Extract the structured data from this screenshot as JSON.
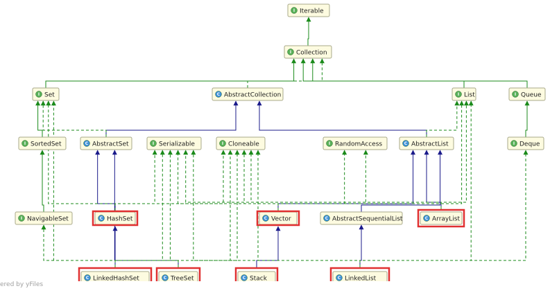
{
  "nodes": [
    {
      "id": "iterable",
      "label": "Iterable",
      "kind": "I",
      "highlighted": false
    },
    {
      "id": "collection",
      "label": "Collection",
      "kind": "I",
      "highlighted": false
    },
    {
      "id": "set",
      "label": "Set",
      "kind": "I",
      "highlighted": false
    },
    {
      "id": "abstractcollection",
      "label": "AbstractCollection",
      "kind": "C",
      "highlighted": false
    },
    {
      "id": "list",
      "label": "List",
      "kind": "I",
      "highlighted": false
    },
    {
      "id": "queue",
      "label": "Queue",
      "kind": "I",
      "highlighted": false
    },
    {
      "id": "sortedset",
      "label": "SortedSet",
      "kind": "I",
      "highlighted": false
    },
    {
      "id": "abstractset",
      "label": "AbstractSet",
      "kind": "C",
      "highlighted": false
    },
    {
      "id": "serializable",
      "label": "Serializable",
      "kind": "I",
      "highlighted": false
    },
    {
      "id": "cloneable",
      "label": "Cloneable",
      "kind": "I",
      "highlighted": false
    },
    {
      "id": "randomaccess",
      "label": "RandomAccess",
      "kind": "I",
      "highlighted": false
    },
    {
      "id": "abstractlist",
      "label": "AbstractList",
      "kind": "C",
      "highlighted": false
    },
    {
      "id": "deque",
      "label": "Deque",
      "kind": "I",
      "highlighted": false
    },
    {
      "id": "navigableset",
      "label": "NavigableSet",
      "kind": "I",
      "highlighted": false
    },
    {
      "id": "hashset",
      "label": "HashSet",
      "kind": "C",
      "highlighted": true
    },
    {
      "id": "vector",
      "label": "Vector",
      "kind": "C",
      "highlighted": true
    },
    {
      "id": "abstractsequentiallist",
      "label": "AbstractSequentialList",
      "kind": "C",
      "highlighted": false
    },
    {
      "id": "arraylist",
      "label": "ArrayList",
      "kind": "C",
      "highlighted": true
    },
    {
      "id": "linkedhashset",
      "label": "LinkedHashSet",
      "kind": "C",
      "highlighted": true
    },
    {
      "id": "treeset",
      "label": "TreeSet",
      "kind": "C",
      "highlighted": true
    },
    {
      "id": "stack",
      "label": "Stack",
      "kind": "C",
      "highlighted": true
    },
    {
      "id": "linkedlist",
      "label": "LinkedList",
      "kind": "C",
      "highlighted": true
    }
  ],
  "edges": [
    {
      "from": "collection",
      "to": "iterable",
      "type": "extends-interface"
    },
    {
      "from": "set",
      "to": "collection",
      "type": "extends-interface"
    },
    {
      "from": "list",
      "to": "collection",
      "type": "extends-interface"
    },
    {
      "from": "queue",
      "to": "collection",
      "type": "extends-interface"
    },
    {
      "from": "abstractcollection",
      "to": "collection",
      "type": "implements"
    },
    {
      "from": "sortedset",
      "to": "set",
      "type": "extends-interface"
    },
    {
      "from": "navigableset",
      "to": "sortedset",
      "type": "extends-interface"
    },
    {
      "from": "deque",
      "to": "queue",
      "type": "extends-interface"
    },
    {
      "from": "abstractset",
      "to": "abstractcollection",
      "type": "extends-class"
    },
    {
      "from": "abstractlist",
      "to": "abstractcollection",
      "type": "extends-class"
    },
    {
      "from": "abstractset",
      "to": "set",
      "type": "implements"
    },
    {
      "from": "abstractlist",
      "to": "list",
      "type": "implements"
    },
    {
      "from": "hashset",
      "to": "abstractset",
      "type": "extends-class"
    },
    {
      "from": "treeset",
      "to": "abstractset",
      "type": "extends-class"
    },
    {
      "from": "linkedhashset",
      "to": "hashset",
      "type": "extends-class"
    },
    {
      "from": "vector",
      "to": "abstractlist",
      "type": "extends-class"
    },
    {
      "from": "arraylist",
      "to": "abstractlist",
      "type": "extends-class"
    },
    {
      "from": "abstractsequentiallist",
      "to": "abstractlist",
      "type": "extends-class"
    },
    {
      "from": "stack",
      "to": "vector",
      "type": "extends-class"
    },
    {
      "from": "linkedlist",
      "to": "abstractsequentiallist",
      "type": "extends-class"
    },
    {
      "from": "hashset",
      "to": "set",
      "type": "implements"
    },
    {
      "from": "linkedhashset",
      "to": "set",
      "type": "implements"
    },
    {
      "from": "treeset",
      "to": "navigableset",
      "type": "implements"
    },
    {
      "from": "hashset",
      "to": "serializable",
      "type": "implements"
    },
    {
      "from": "hashset",
      "to": "cloneable",
      "type": "implements"
    },
    {
      "from": "treeset",
      "to": "serializable",
      "type": "implements"
    },
    {
      "from": "treeset",
      "to": "cloneable",
      "type": "implements"
    },
    {
      "from": "linkedhashset",
      "to": "serializable",
      "type": "implements"
    },
    {
      "from": "linkedhashset",
      "to": "cloneable",
      "type": "implements"
    },
    {
      "from": "vector",
      "to": "list",
      "type": "implements"
    },
    {
      "from": "vector",
      "to": "randomaccess",
      "type": "implements"
    },
    {
      "from": "vector",
      "to": "serializable",
      "type": "implements"
    },
    {
      "from": "vector",
      "to": "cloneable",
      "type": "implements"
    },
    {
      "from": "arraylist",
      "to": "list",
      "type": "implements"
    },
    {
      "from": "arraylist",
      "to": "randomaccess",
      "type": "implements"
    },
    {
      "from": "arraylist",
      "to": "serializable",
      "type": "implements"
    },
    {
      "from": "arraylist",
      "to": "cloneable",
      "type": "implements"
    },
    {
      "from": "linkedlist",
      "to": "list",
      "type": "implements"
    },
    {
      "from": "linkedlist",
      "to": "deque",
      "type": "implements"
    },
    {
      "from": "linkedlist",
      "to": "serializable",
      "type": "implements"
    },
    {
      "from": "linkedlist",
      "to": "cloneable",
      "type": "implements"
    }
  ],
  "colors": {
    "interface_edge": "#1a8a1a",
    "class_edge": "#1a1a8a",
    "interface_badge": "#58b058",
    "class_badge": "#3c8fd6",
    "highlight": "#e03030"
  },
  "footer": "ered by yFiles"
}
